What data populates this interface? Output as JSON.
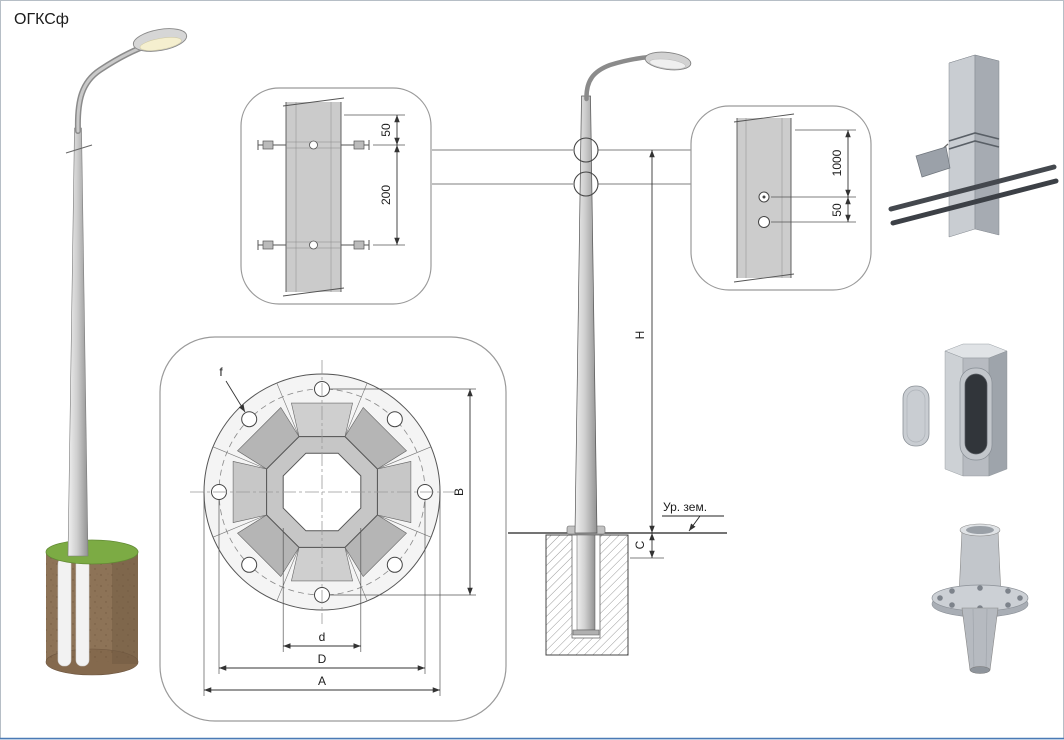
{
  "page": {
    "title": "ОГКСф"
  },
  "top_detail": {
    "dim_offset": "50",
    "dim_spacing": "200"
  },
  "right_detail": {
    "dim_length": "1000",
    "dim_offset": "50"
  },
  "flange_detail": {
    "dim_f": "f",
    "dim_B": "B",
    "dim_d": "d",
    "dim_D": "D",
    "dim_A": "A"
  },
  "elevation": {
    "dim_H": "H",
    "dim_C": "C",
    "ground_label": "Ур. зем."
  }
}
